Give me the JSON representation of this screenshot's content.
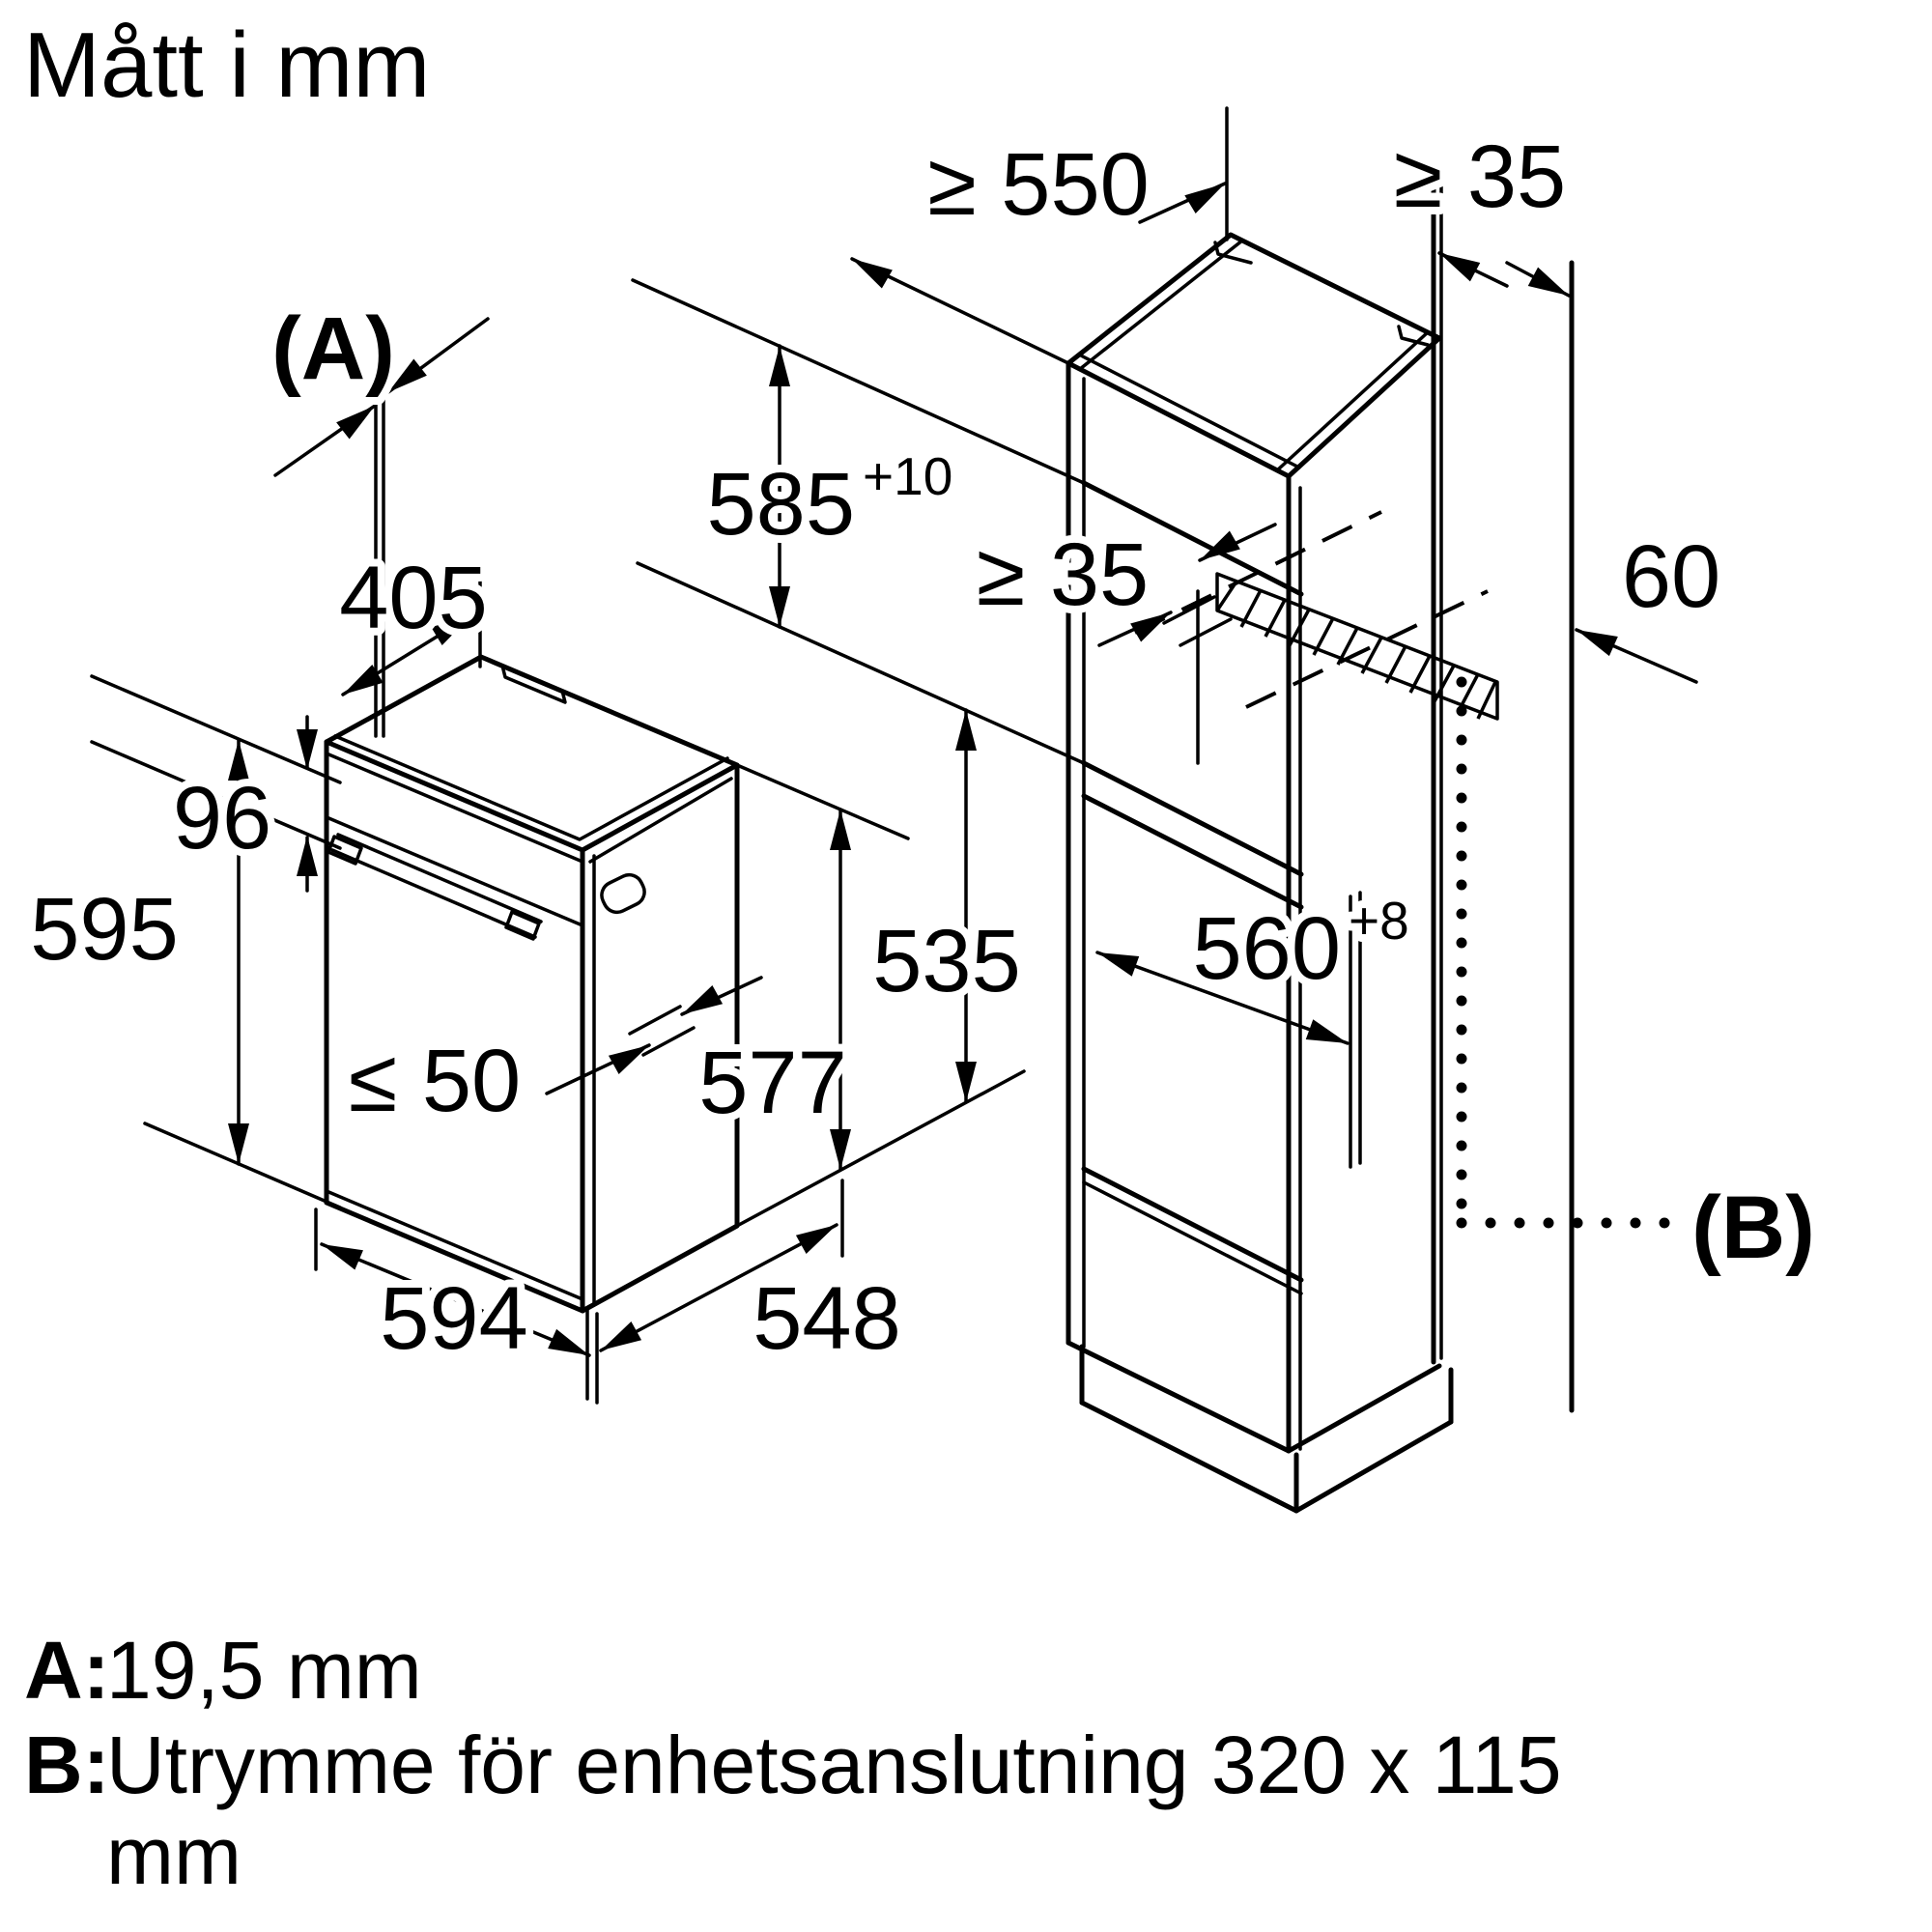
{
  "title": "Mått i mm",
  "oven": {
    "ref_a": "(A)",
    "top_setback": "405",
    "panel_height": "96",
    "front_height": "595",
    "door_protrusion": "≤ 50",
    "side_height": "577",
    "width": "594",
    "depth": "548",
    "body_height": "535"
  },
  "cabinet": {
    "top_depth": "≥ 550",
    "top_back_gap": "≥ 35",
    "niche_height": "585",
    "niche_height_tol": "+10",
    "back_batten_gap": "≥ 35",
    "wall_thickness": "60",
    "niche_width": "560",
    "niche_width_tol": "+8",
    "ref_b": "(B)"
  },
  "legend": {
    "a_label": "A:",
    "a_value": "19,5 mm",
    "b_label": "B:",
    "b_value_line1": "Utrymme för enhetsanslutning 320 x 115",
    "b_value_line2": "mm"
  },
  "colors": {
    "line": "#000000",
    "background": "#ffffff"
  }
}
